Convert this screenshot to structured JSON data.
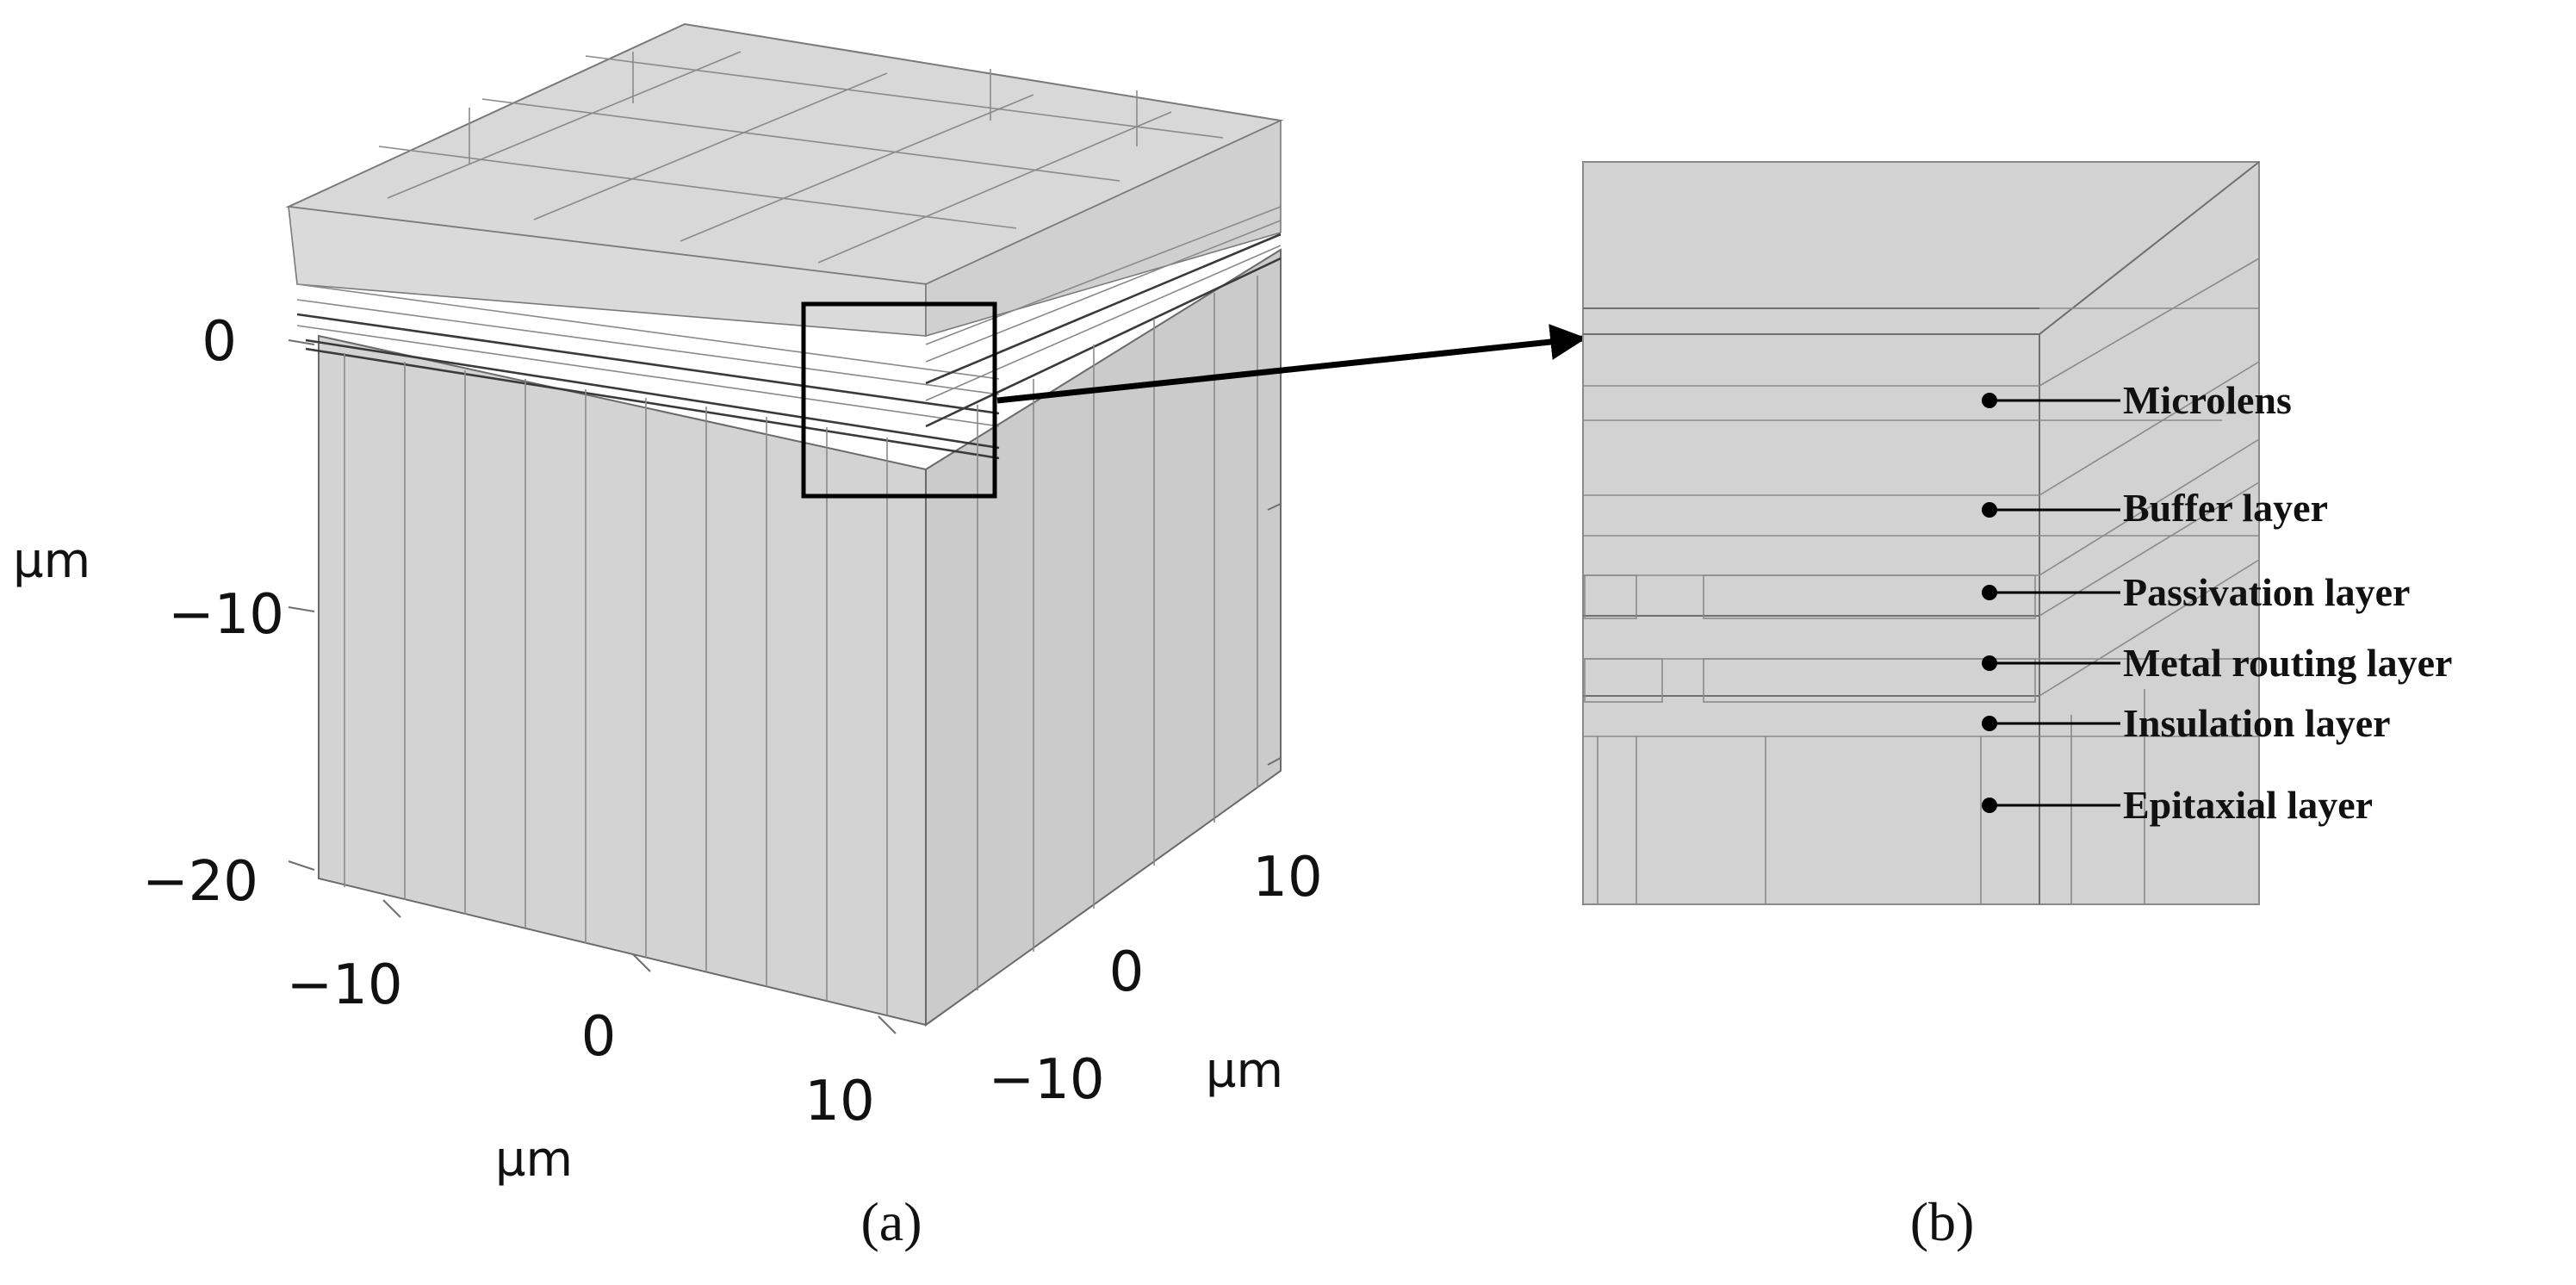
{
  "panel_a": {
    "caption": "(a)",
    "vertical_axis": {
      "unit": "µm",
      "ticks": [
        "0",
        "−10",
        "−20"
      ]
    },
    "front_axis": {
      "unit": "µm",
      "ticks": [
        "−10",
        "0",
        "10"
      ]
    },
    "depth_axis": {
      "unit": "µm",
      "ticks": [
        "10",
        "0",
        "−10"
      ]
    }
  },
  "panel_b": {
    "caption": "(b)",
    "layers": [
      "Microlens",
      "Buffer layer",
      "Passivation layer",
      "Metal routing layer",
      "Insulation layer",
      "Epitaxial layer"
    ]
  },
  "colors": {
    "solid_face": "#cfcfcf",
    "edge": "#6f6f6f",
    "inset_fill": "#d2d2d2",
    "callout": "#000000"
  }
}
